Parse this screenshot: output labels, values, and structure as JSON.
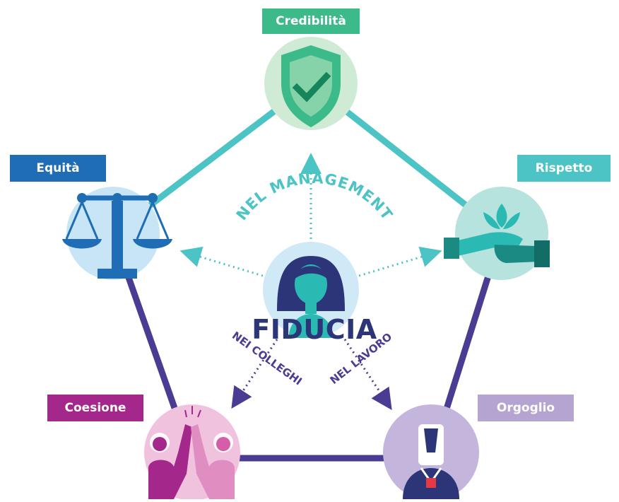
{
  "center": {
    "title": "FIDUCIA"
  },
  "arrows": {
    "management": "NEL MANAGEMENT",
    "colleghi": "NEI COLLEGHI",
    "lavoro": "NEL LAVORO"
  },
  "nodes": [
    {
      "id": "credibilita",
      "label": "Credibilità",
      "color": "#3dba8a",
      "icon": "shield-check-icon"
    },
    {
      "id": "rispetto",
      "label": "Rispetto",
      "color": "#4cc3c5",
      "icon": "hands-lotus-icon"
    },
    {
      "id": "orgoglio",
      "label": "Orgoglio",
      "color": "#b5a3d2",
      "icon": "medal-person-icon"
    },
    {
      "id": "coesione",
      "label": "Coesione",
      "color": "#a4278b",
      "icon": "high-five-icon"
    },
    {
      "id": "equita",
      "label": "Equità",
      "color": "#1f6db5",
      "icon": "scales-icon"
    }
  ],
  "colors": {
    "top_edges": "#4cc3c5",
    "bottom_edges": "#4b3c93",
    "navy": "#2b3577"
  }
}
